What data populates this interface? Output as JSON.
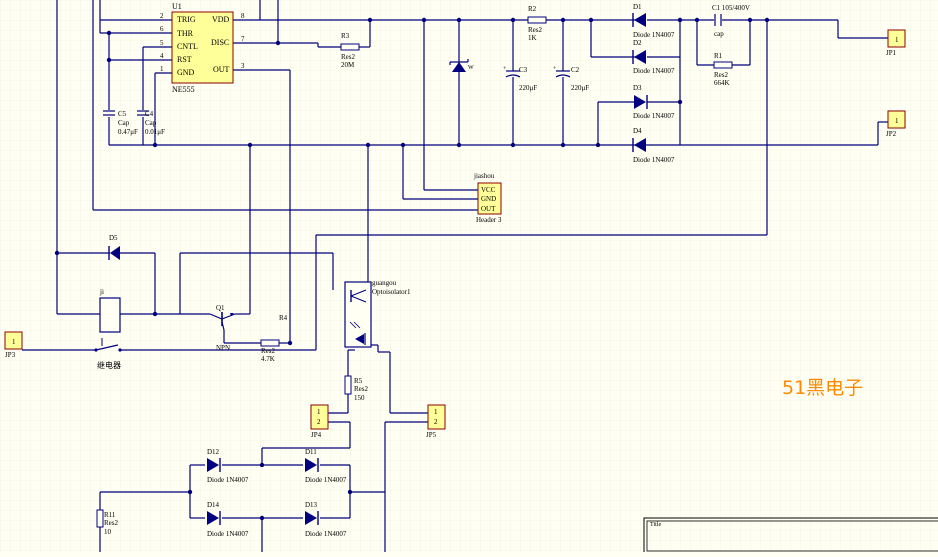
{
  "u1": {
    "ref": "U1",
    "type": "NE555",
    "pins": {
      "trig": "TRIG",
      "thr": "THR",
      "cntl": "CNTL",
      "rst": "RST",
      "gnd": "GND",
      "vdd": "VDD",
      "disc": "DISC",
      "out": "OUT"
    },
    "pin_numbers": {
      "trig": "2",
      "thr": "6",
      "cntl": "5",
      "rst": "4",
      "gnd": "1",
      "vdd": "8",
      "disc": "7",
      "out": "3"
    }
  },
  "r3": {
    "ref": "R3",
    "type": "Res2",
    "value": "20M"
  },
  "r2": {
    "ref": "R2",
    "type": "Res2",
    "value": "1K"
  },
  "zener": {
    "label": "W"
  },
  "c3": {
    "ref": "C3",
    "value": "220μF"
  },
  "c2": {
    "ref": "C2",
    "value": "220μF"
  },
  "c5": {
    "ref": "C5",
    "type": "Cap",
    "value": "0.47μF"
  },
  "c4": {
    "ref": "C4",
    "type": "Cap",
    "value": "0.01μF"
  },
  "d1": {
    "ref": "D1",
    "type": "Diode 1N4007"
  },
  "d2": {
    "ref": "D2",
    "type": "Diode 1N4007"
  },
  "d3": {
    "ref": "D3",
    "type": "Diode 1N4007"
  },
  "d4": {
    "ref": "D4",
    "type": "Diode 1N4007"
  },
  "c1": {
    "ref": "C1 105/400V",
    "type": "cap"
  },
  "r1": {
    "ref": "R1",
    "type": "Res2",
    "value": "664K"
  },
  "jp1": {
    "ref": "JP1",
    "pin": "1"
  },
  "jp2": {
    "ref": "JP2",
    "pin": "1"
  },
  "header3": {
    "ref": "jiashou",
    "pins": [
      "VCC",
      "GND",
      "OUT"
    ],
    "type": "Header 3"
  },
  "d5": {
    "ref": "D5"
  },
  "relay": {
    "ref": "ji",
    "label": "继电器"
  },
  "q1": {
    "ref": "Q1",
    "type": "NPN"
  },
  "r4": {
    "ref": "R4",
    "type": "Res2",
    "value": "4.7K"
  },
  "jp3": {
    "ref": "JP3",
    "pin": "1"
  },
  "opto": {
    "ref": "guangou",
    "type": "Optoisolator1"
  },
  "r5": {
    "ref": "R5",
    "type": "Res2",
    "value": "150"
  },
  "jp4": {
    "ref": "JP4",
    "pins": [
      "1",
      "2"
    ]
  },
  "jp5": {
    "ref": "JP5",
    "pins": [
      "1",
      "2"
    ]
  },
  "d11": {
    "ref": "D11",
    "type": "Diode 1N4007"
  },
  "d12": {
    "ref": "D12",
    "type": "Diode 1N4007"
  },
  "d13": {
    "ref": "D13",
    "type": "Diode 1N4007"
  },
  "d14": {
    "ref": "D14",
    "type": "Diode 1N4007"
  },
  "r11": {
    "ref": "R11",
    "type": "Res2",
    "value": "10"
  },
  "watermark": "51黑电子",
  "title_block": {
    "label": "Title"
  },
  "colors": {
    "background": "#fffff4",
    "grid": "#e8e8d6",
    "wire": "#00007c",
    "component": "#000080",
    "label": "#000000",
    "part_fill": "#ffff99",
    "watermark": "#ff8a00"
  }
}
